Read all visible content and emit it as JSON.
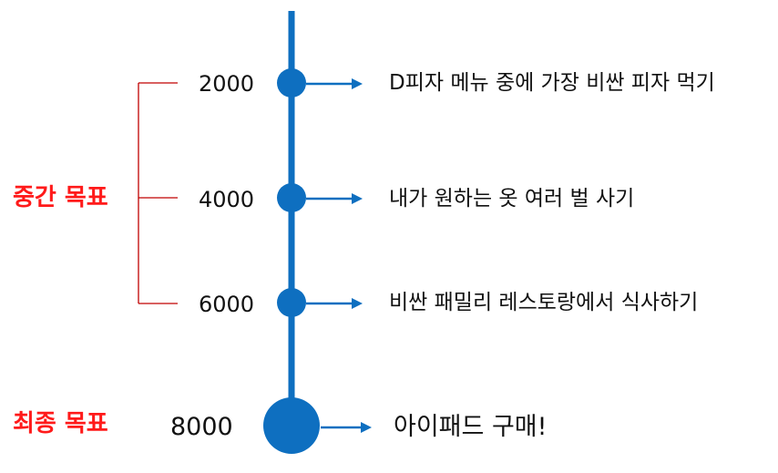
{
  "colors": {
    "line": "#0e6fc0",
    "bracket": "#c00000",
    "label": "#ff1a1a",
    "text": "#111111"
  },
  "groups": {
    "intermediate_label": "중간 목표",
    "final_label": "최종 목표"
  },
  "milestones": [
    {
      "value": "2000",
      "goal": "D피자 메뉴 중에 가장 비싼 피자 먹기"
    },
    {
      "value": "4000",
      "goal": "내가 원하는 옷 여러 벌 사기"
    },
    {
      "value": "6000",
      "goal": "비싼 패밀리 레스토랑에서 식사하기"
    },
    {
      "value": "8000",
      "goal": "아이패드 구매!"
    }
  ]
}
